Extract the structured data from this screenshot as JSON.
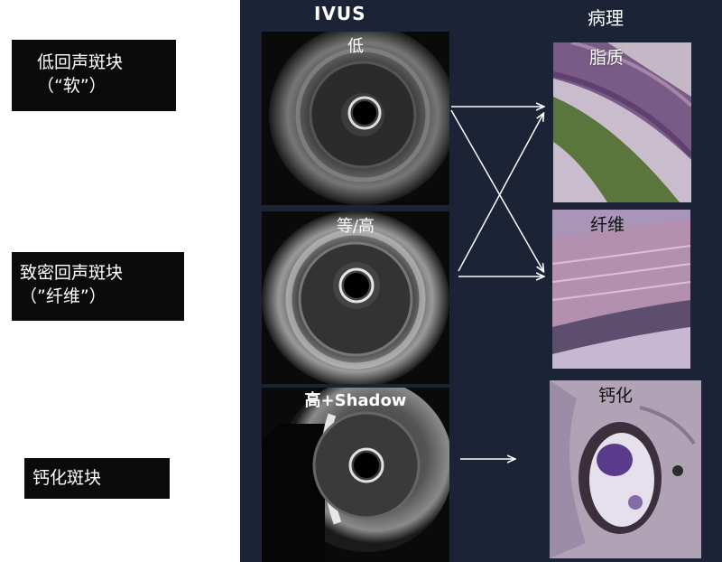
{
  "labels": {
    "low": {
      "line1": "低回声斑块",
      "line2": "（“软”）"
    },
    "dense": {
      "line1": "致密回声斑块",
      "line2": "（”纤维”）"
    },
    "calcified": {
      "line1": "钙化斑块"
    }
  },
  "columns": {
    "ivus": "IVUS",
    "pathology": "病理"
  },
  "ivus_tiles": [
    {
      "caption": "低"
    },
    {
      "caption": "等/高"
    },
    {
      "caption": "高+Shadow"
    }
  ],
  "pathology_tiles": [
    {
      "caption": "脂质"
    },
    {
      "caption": "纤维"
    },
    {
      "caption": "钙化"
    }
  ],
  "colors": {
    "panel_bg": "#1c2336",
    "label_bg": "#0b0b0b",
    "arrow": "#ffffff",
    "lipid_green": "#4f6e2e",
    "fiber_pink": "#b38fb0",
    "calc_purple": "#5a3a8a"
  }
}
